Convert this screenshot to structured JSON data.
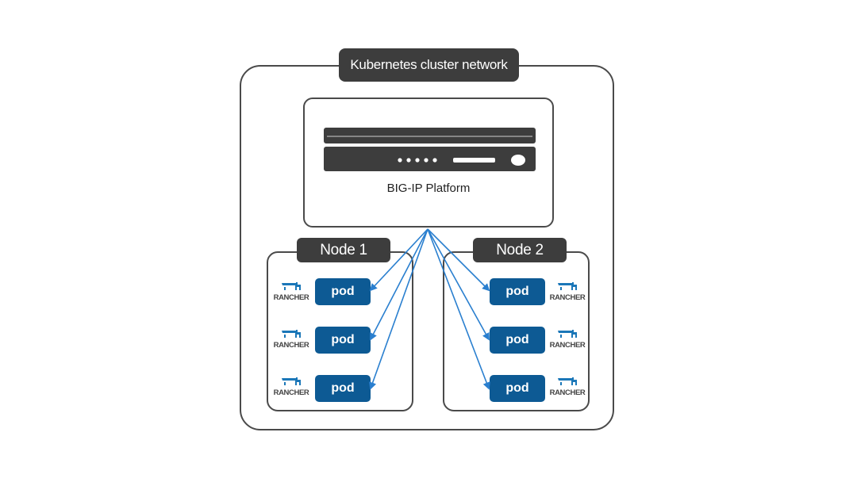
{
  "cluster": {
    "title": "Kubernetes cluster network"
  },
  "platform": {
    "label": "BIG-IP Platform"
  },
  "nodes": [
    {
      "title": "Node 1",
      "pods": [
        "pod",
        "pod",
        "pod"
      ],
      "logo_text": "RANCHER"
    },
    {
      "title": "Node 2",
      "pods": [
        "pod",
        "pod",
        "pod"
      ],
      "logo_text": "RANCHER"
    }
  ],
  "colors": {
    "pod": "#0d5a94",
    "arrow": "#2a7fcf",
    "tab": "#3d3d3d",
    "logo": "#1b77b8"
  }
}
